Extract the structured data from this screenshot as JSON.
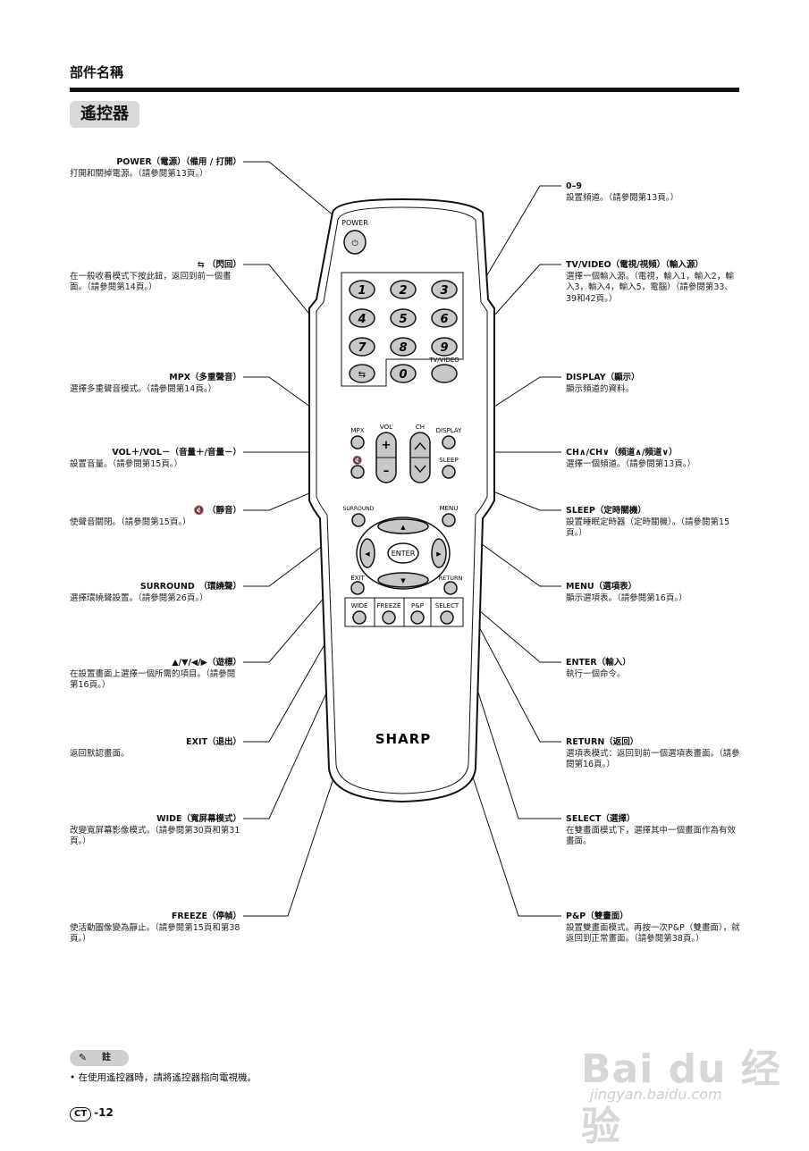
{
  "header": {
    "section_title": "部件名稱",
    "badge": "遙控器"
  },
  "remote": {
    "brand": "SHARP",
    "power": "POWER",
    "digits": [
      "1",
      "2",
      "3",
      "4",
      "5",
      "6",
      "7",
      "8",
      "9",
      "0"
    ],
    "tv_video": "TV/VIDEO",
    "mpx": "MPX",
    "vol": "VOL",
    "ch": "CH",
    "display": "DISPLAY",
    "sleep": "SLEEP",
    "surround": "SURROUND",
    "menu": "MENU",
    "enter": "ENTER",
    "exit": "EXIT",
    "return": "RETURN",
    "wide": "WIDE",
    "freeze": "FREEZE",
    "pp": "P&P",
    "select": "SELECT",
    "plus": "+",
    "minus": "–",
    "up": "▲",
    "down": "▼",
    "left": "◀",
    "right": "▶"
  },
  "left_labels": [
    {
      "title": "POWER（電源）（備用 / 打開）",
      "desc": "打開和關掉電源。（請參閱第13頁。）"
    },
    {
      "title": "（閃回）",
      "desc": "在一般收看模式下按此鈕，返回到前一個畫面。（請參閱第14頁。）"
    },
    {
      "title": "MPX（多重聲音）",
      "desc": "選擇多重聲音模式。（請參閱第14頁。）"
    },
    {
      "title": "VOL＋/VOL－（音量＋/音量－）",
      "desc": "設置音量。（請參閱第15頁。）"
    },
    {
      "title": "（靜音）",
      "desc": "使聲音關閉。（請參閱第15頁。）"
    },
    {
      "title": "SURROUND　（環繞聲）",
      "desc": "選擇環繞聲設置。（請參閱第26頁。）"
    },
    {
      "title": "▲/▼/◀/▶（遊標）",
      "desc": "在設置畫面上選擇一個所需的項目。（請參閱第16頁。）"
    },
    {
      "title": "EXIT（退出）",
      "desc": "返回默認畫面。"
    },
    {
      "title": "WIDE（寬屏幕模式）",
      "desc": "改變寬屏幕影像模式。（請參閱第30頁和第31頁。）"
    },
    {
      "title": "FREEZE（停幀）",
      "desc": "使活動圖像變為靜止。（請參閱第15頁和第38頁。）"
    }
  ],
  "right_labels": [
    {
      "title": "0–9",
      "desc": "設置頻道。（請參閱第13頁。）"
    },
    {
      "title": "TV/VIDEO（電視/視頻）（輸入源）",
      "desc": "選擇一個輸入源。（電視，輸入1，輸入2，輸入3，輸入4，輸入5，電腦）（請參閱第33、39和42頁。）"
    },
    {
      "title": "DISPLAY（顯示）",
      "desc": "顯示頻道的資料。"
    },
    {
      "title": "CH∧/CH∨（頻道∧/頻道∨）",
      "desc": "選擇一個頻道。（請參閱第13頁。）"
    },
    {
      "title": "SLEEP（定時關機）",
      "desc": "設置睡眠定時器（定時關機）。（請參閱第15頁。）"
    },
    {
      "title": "MENU（選項表）",
      "desc": "顯示選項表。（請參閱第16頁。）"
    },
    {
      "title": "ENTER（輸入）",
      "desc": "執行一個命令。"
    },
    {
      "title": "RETURN（返回）",
      "desc": "選項表模式：返回到前一個選項表畫面。（請參閱第16頁。）"
    },
    {
      "title": "SELECT（選擇）",
      "desc": "在雙畫面模式下，選擇其中一個畫面作為有效畫面。"
    },
    {
      "title": "P&P（雙畫面）",
      "desc": "設置雙畫面模式。再按一次P&P（雙畫面），就返回到正常畫面。（請參閱第38頁。）"
    }
  ],
  "note": {
    "badge": "註",
    "text": "• 在使用遙控器時，請將遙控器指向電視機。"
  },
  "footer": {
    "ct": "CT",
    "page": "-12"
  },
  "watermark": {
    "main": "Bai du 经验",
    "sub": "jingyan.baidu.com"
  }
}
